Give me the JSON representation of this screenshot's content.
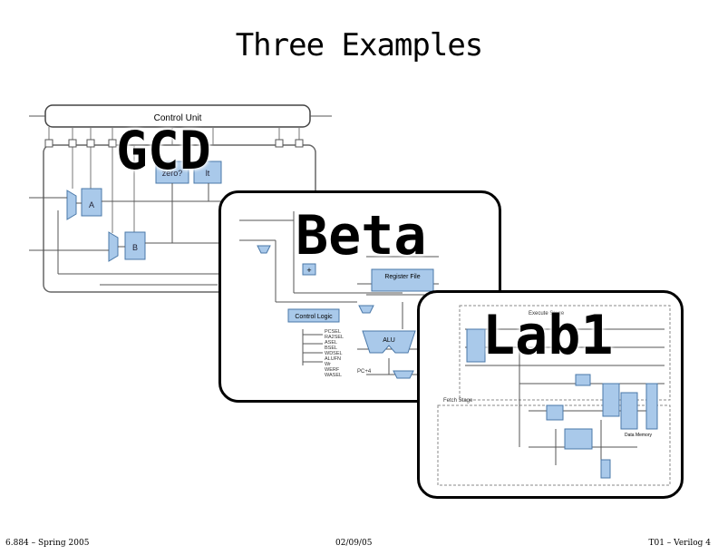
{
  "slide": {
    "title": "Three Examples",
    "footer_left": "6.884 – Spring 2005",
    "footer_center": "02/09/05",
    "footer_right": "T01 – Verilog  4"
  },
  "examples": [
    {
      "label": "GCD",
      "diagram_labels": {
        "control_unit": "Control Unit",
        "zero": "zero?",
        "lt": "lt",
        "reg_a": "A",
        "reg_b": "B"
      }
    },
    {
      "label": "Beta",
      "diagram_labels": {
        "register_file": "Register File",
        "control_logic": "Control Logic",
        "alu": "ALU",
        "plus": "+",
        "pc_plus_4": "PC+4",
        "signals": [
          "PCSEL",
          "RA2SEL",
          "ASEL",
          "BSEL",
          "WDSEL",
          "ALUFN",
          "Wr",
          "WERF",
          "WASEL"
        ]
      }
    },
    {
      "label": "Lab1",
      "diagram_labels": {
        "execute_stage": "Execute Stage",
        "fetch_stage": "Fetch Stage",
        "data_memory": "Data Memory"
      }
    }
  ],
  "colors": {
    "reg_fill": "#a9c9ea",
    "reg_stroke": "#4a78a8",
    "wire": "#555555",
    "border": "#000000"
  }
}
